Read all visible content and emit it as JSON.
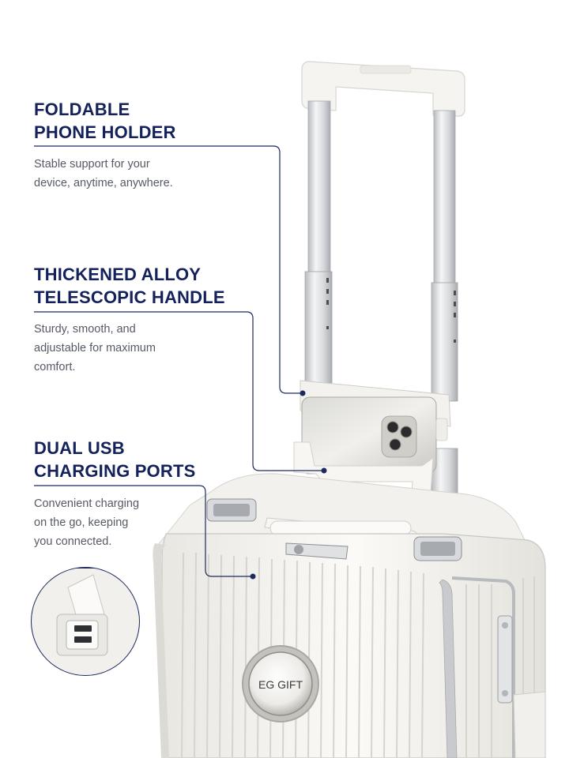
{
  "features": [
    {
      "title": "FOLDABLE\nPHONE HOLDER",
      "description": "Stable support for your\ndevice, anytime, anywhere."
    },
    {
      "title": "THICKENED ALLOY\nTELESCOPIC HANDLE",
      "description": "Sturdy, smooth, and\nadjustable for maximum\ncomfort."
    },
    {
      "title": "DUAL USB\nCHARGING PORTS",
      "description": "Convenient charging\non the go, keeping\nyou connected."
    }
  ],
  "brand_badge": "EG GIFT",
  "colors": {
    "heading": "#14215a",
    "body_text": "#555a64",
    "leader_line": "#1c2a5e",
    "suitcase": "#f4f3ef"
  }
}
